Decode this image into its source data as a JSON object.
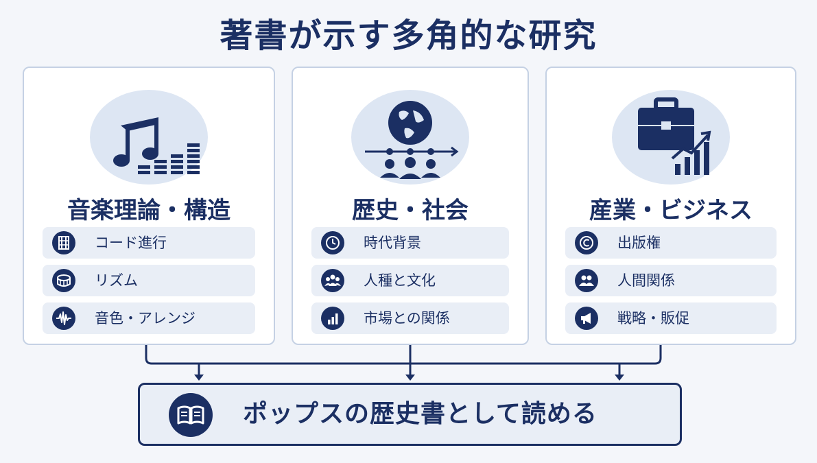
{
  "title": "著書が示す多角的な研究",
  "colors": {
    "primary": "#1b2f63",
    "panel_border": "#c5d1e4",
    "item_bg": "#e9eef6",
    "hero_bg": "#dde6f3"
  },
  "panels": [
    {
      "title": "音楽理論・構造",
      "hero_icon": "music-equalizer-icon",
      "items": [
        {
          "label": "コード進行",
          "icon": "film-strip-icon"
        },
        {
          "label": "リズム",
          "icon": "drum-icon"
        },
        {
          "label": "音色・アレンジ",
          "icon": "waveform-icon"
        }
      ]
    },
    {
      "title": "歴史・社会",
      "hero_icon": "globe-timeline-people-icon",
      "items": [
        {
          "label": "時代背景",
          "icon": "clock-icon"
        },
        {
          "label": "人種と文化",
          "icon": "group-icon"
        },
        {
          "label": "市場との関係",
          "icon": "bar-chart-icon"
        }
      ]
    },
    {
      "title": "産業・ビジネス",
      "hero_icon": "briefcase-growth-icon",
      "items": [
        {
          "label": "出版権",
          "icon": "copyright-icon"
        },
        {
          "label": "人間関係",
          "icon": "people-pair-icon"
        },
        {
          "label": "戦略・販促",
          "icon": "megaphone-icon"
        }
      ]
    }
  ],
  "conclusion": {
    "label": "ポップスの歴史書として読める",
    "icon": "open-book-icon"
  }
}
